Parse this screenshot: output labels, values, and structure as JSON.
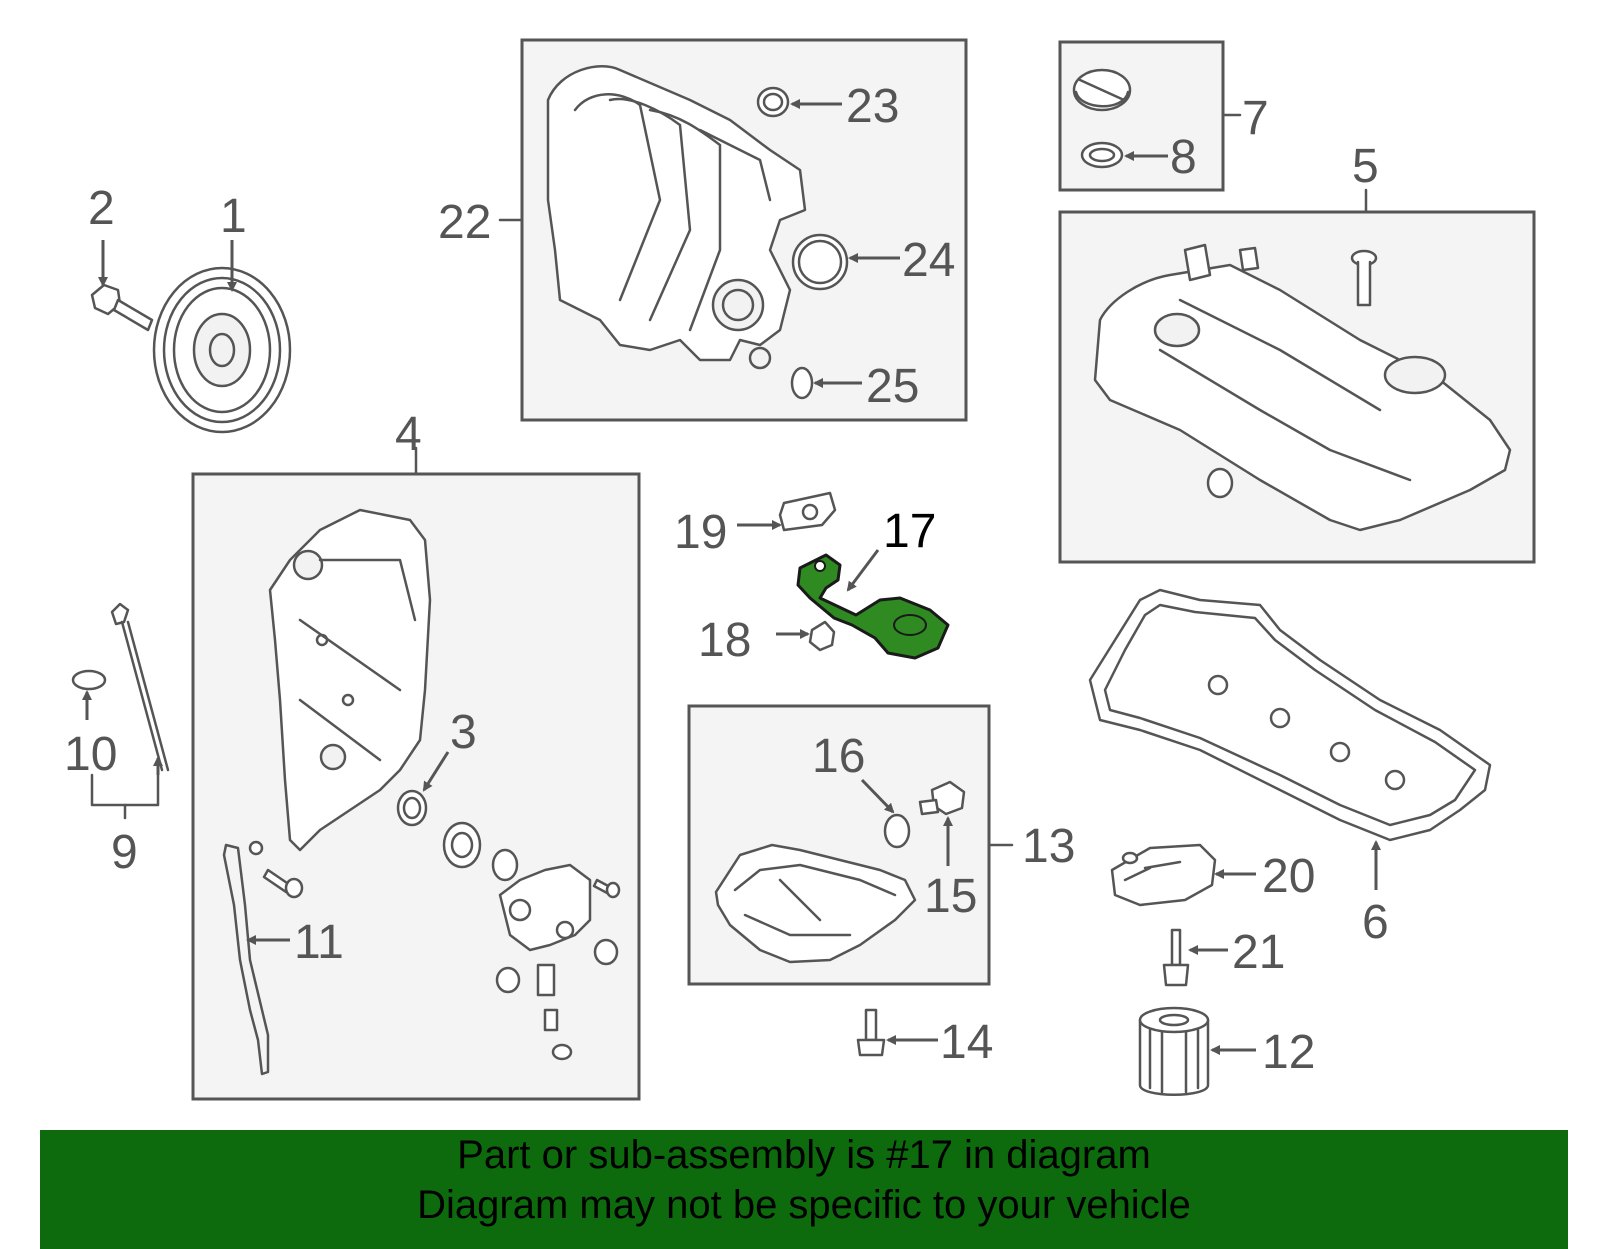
{
  "callouts": [
    "1",
    "2",
    "3",
    "4",
    "5",
    "6",
    "7",
    "8",
    "9",
    "10",
    "11",
    "12",
    "13",
    "14",
    "15",
    "16",
    "17",
    "18",
    "19",
    "20",
    "21",
    "22",
    "23",
    "24",
    "25"
  ],
  "highlighted_part": "17",
  "highlight_color": "#2f8a22",
  "banner": {
    "line1": "Part or sub-assembly is #17 in diagram",
    "line2": "Diagram may not be specific to your vehicle",
    "background": "#0d6b0d"
  }
}
